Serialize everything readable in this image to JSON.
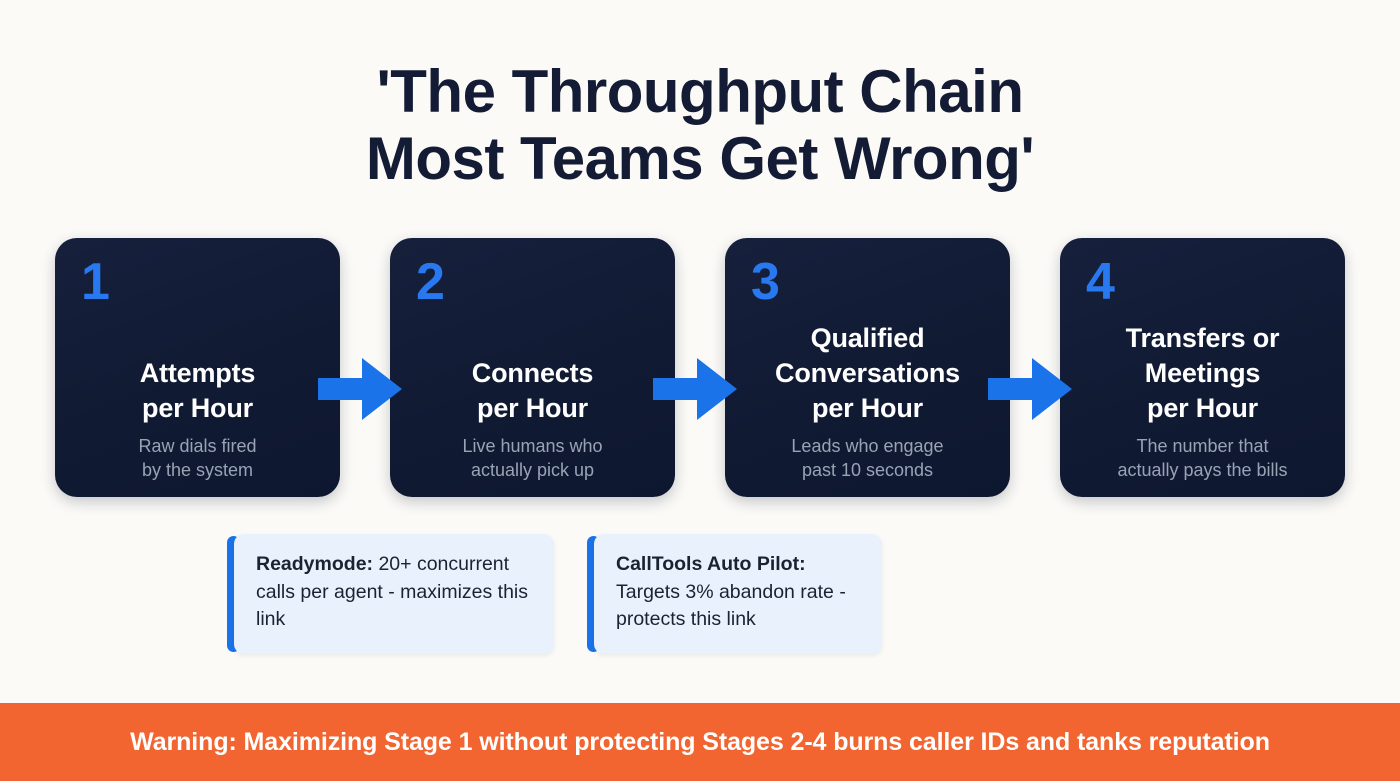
{
  "title": {
    "line1": "'The Throughput Chain",
    "line2": "Most Teams Get Wrong'"
  },
  "colors": {
    "background": "#fbfaf7",
    "card": "#111a33",
    "accent_blue": "#2878f0",
    "arrow_blue": "#1a73e8",
    "callout_bg": "#e9f1fc",
    "warning_orange": "#f26531",
    "title_navy": "#131c34",
    "sub_gray": "#9aa3b4"
  },
  "stages": [
    {
      "number": "1",
      "title_line1": "Attempts",
      "title_line2": "per Hour",
      "sub_line1": "Raw dials fired",
      "sub_line2": "by the system"
    },
    {
      "number": "2",
      "title_line1": "Connects",
      "title_line2": "per Hour",
      "sub_line1": "Live humans who",
      "sub_line2": "actually pick up"
    },
    {
      "number": "3",
      "title_line1": "Qualified",
      "title_line2": "Conversations",
      "title_line3": "per Hour",
      "sub_line1": "Leads who engage",
      "sub_line2": "past 10 seconds"
    },
    {
      "number": "4",
      "title_line1": "Transfers or",
      "title_line2": "Meetings",
      "title_line3": "per Hour",
      "sub_line1": "The number that",
      "sub_line2": "actually pays the bills"
    }
  ],
  "arrows": [
    {
      "name": "arrow-stage-1-to-2"
    },
    {
      "name": "arrow-stage-2-to-3"
    },
    {
      "name": "arrow-stage-3-to-4"
    }
  ],
  "callouts": [
    {
      "lead": "Readymode:",
      "body": " 20+ concurrent calls per agent - maximizes this link"
    },
    {
      "lead": "CallTools Auto Pilot:",
      "body": " Targets 3% abandon rate - protects this link"
    }
  ],
  "warning": {
    "text": "Warning: Maximizing Stage 1 without protecting Stages 2-4 burns caller IDs and tanks reputation"
  }
}
